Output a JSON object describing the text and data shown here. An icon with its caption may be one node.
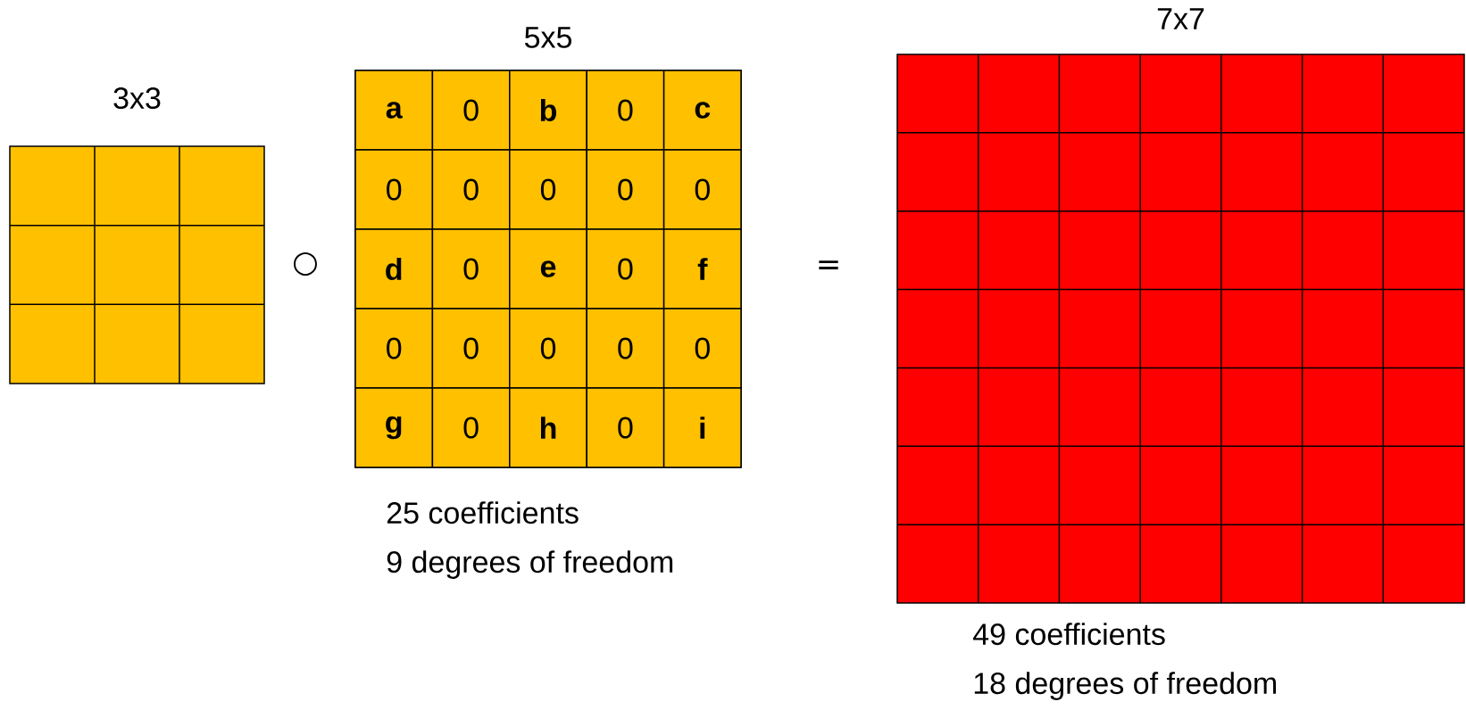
{
  "diagram": {
    "nodes": [
      {
        "text": [
          "3x3"
        ]
      },
      {
        "text": [
          "5x5"
        ],
        "beside": [
          "25 coefficients",
          "9 degrees of freedom"
        ]
      },
      {
        "text": [
          "a"
        ],
        "in": 1
      },
      {
        "text": [
          "0"
        ],
        "in": 1
      },
      {
        "text": [
          "b"
        ],
        "in": 1
      },
      {
        "text": [
          "0"
        ],
        "in": 1
      },
      {
        "text": [
          "c"
        ],
        "in": 1
      },
      {
        "text": [
          "0"
        ],
        "in": 1
      },
      {
        "text": [
          "0"
        ],
        "in": 1
      },
      {
        "text": [
          "0"
        ],
        "in": 1
      },
      {
        "text": [
          "0"
        ],
        "in": 1
      },
      {
        "text": [
          "0"
        ],
        "in": 1
      },
      {
        "text": [
          "d"
        ],
        "in": 1
      },
      {
        "text": [
          "0"
        ],
        "in": 1
      },
      {
        "text": [
          "e"
        ],
        "in": 1
      },
      {
        "text": [
          "0"
        ],
        "in": 1
      },
      {
        "text": [
          "f"
        ],
        "in": 1
      },
      {
        "text": [
          "0"
        ],
        "in": 1
      },
      {
        "text": [
          "0"
        ],
        "in": 1
      },
      {
        "text": [
          "0"
        ],
        "in": 1
      },
      {
        "text": [
          "0"
        ],
        "in": 1
      },
      {
        "text": [
          "0"
        ],
        "in": 1
      },
      {
        "text": [
          "g"
        ],
        "in": 1
      },
      {
        "text": [
          "0"
        ],
        "in": 1
      },
      {
        "text": [
          "h"
        ],
        "in": 1
      },
      {
        "text": [
          "0"
        ],
        "in": 1
      },
      {
        "text": [
          "i"
        ],
        "in": 1
      },
      {
        "text": [
          "7x7"
        ],
        "beside": [
          "49 coefficients",
          "18 degrees of freedom"
        ]
      }
    ],
    "labels": [
      "○",
      "="
    ]
  }
}
